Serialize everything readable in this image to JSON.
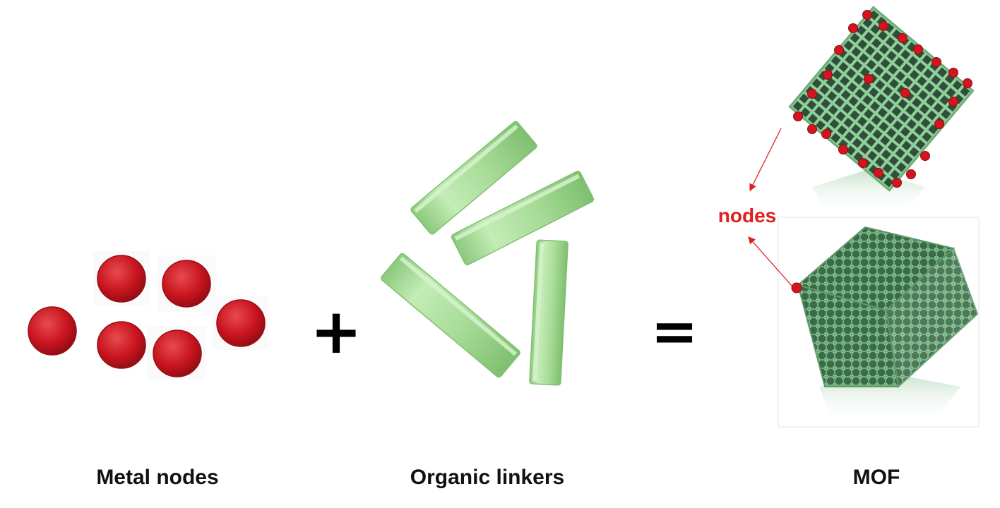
{
  "labels": {
    "metal_nodes": "Metal nodes",
    "organic_linkers": "Organic linkers",
    "mof": "MOF",
    "nodes_annotation": "nodes"
  },
  "operators": {
    "plus": "+",
    "equals": "="
  },
  "colors": {
    "metal_node": "#c8141e",
    "metal_node_highlight": "#e84a50",
    "linker": "#a8dc98",
    "linker_edge": "#7fbf70",
    "framework": "#6fae7a",
    "annotation": "#e02020",
    "text": "#111111"
  },
  "counts": {
    "metal_nodes": 6,
    "organic_linkers": 4
  }
}
